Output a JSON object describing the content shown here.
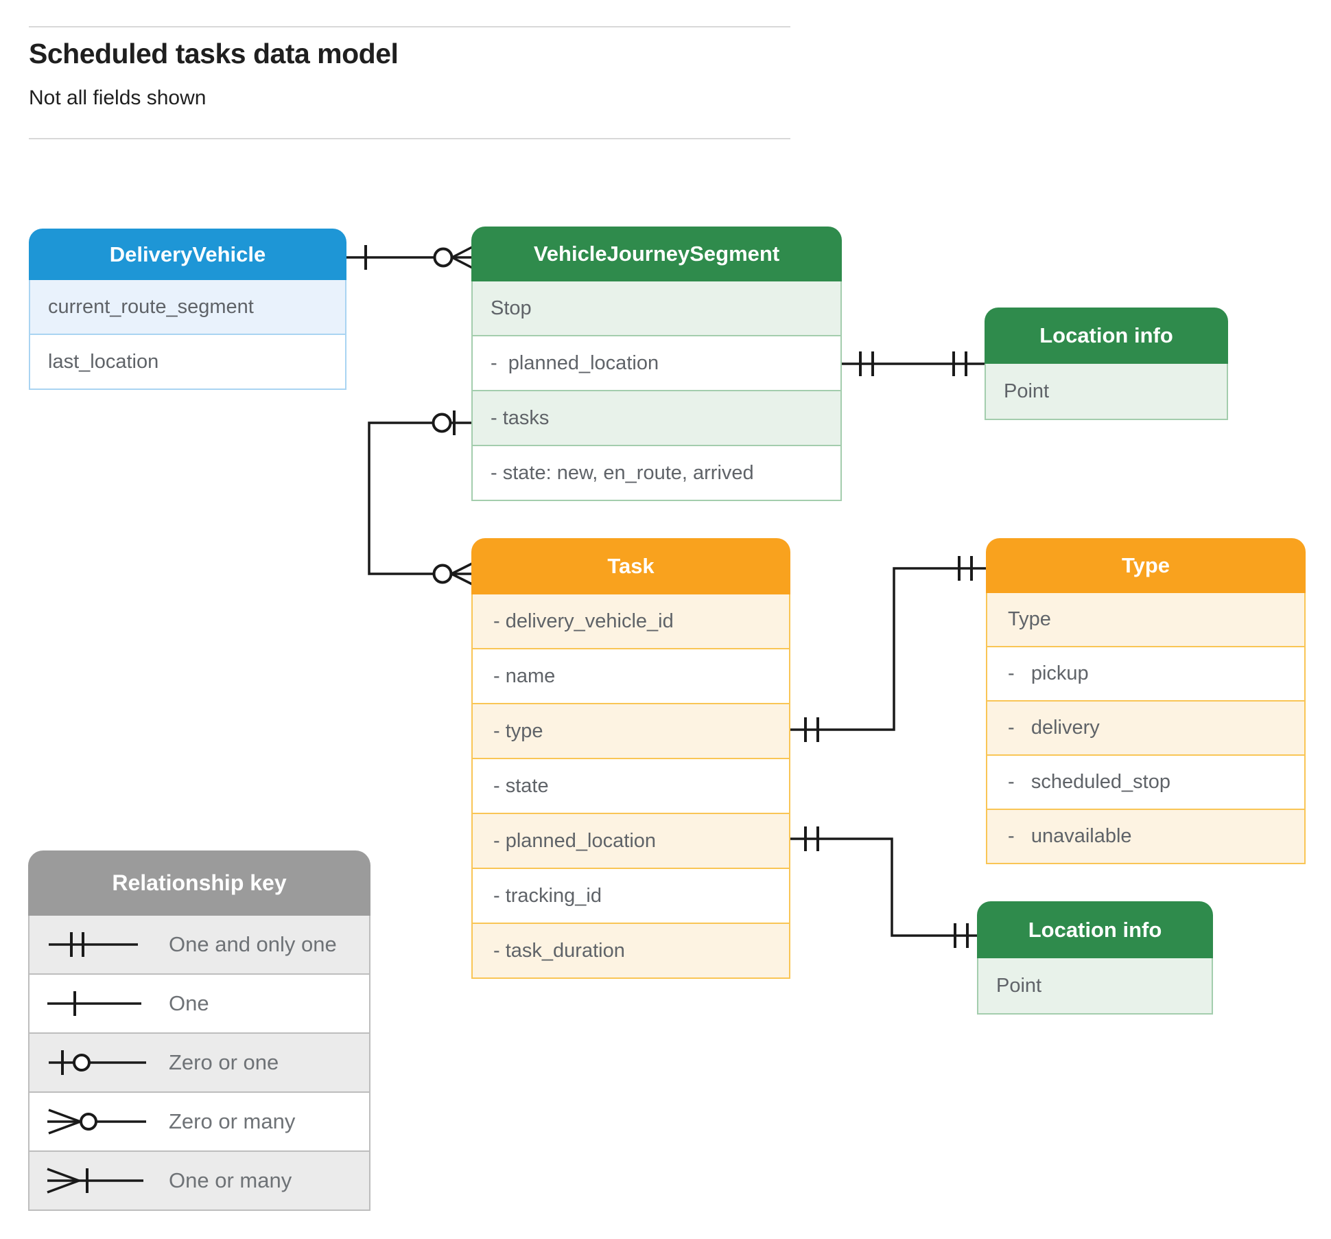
{
  "page": {
    "title": "Scheduled tasks data model",
    "subtitle": "Not all fields shown"
  },
  "colors": {
    "blue_header": "#1e96d6",
    "blue_row": "#e9f2fc",
    "green_header": "#2f8b4c",
    "green_row": "#e8f2ea",
    "orange_header": "#f9a21e",
    "orange_row": "#fdf3e2",
    "gray_header": "#9b9b9b",
    "gray_row": "#ebebeb",
    "row_text": "#5f6368",
    "connector": "#1a1a1a"
  },
  "entities": {
    "delivery_vehicle": {
      "title": "DeliveryVehicle",
      "rows": [
        "current_route_segment",
        "last_location"
      ]
    },
    "vehicle_journey_segment": {
      "title": "VehicleJourneySegment",
      "rows": [
        "Stop",
        "-  planned_location",
        "- tasks",
        "- state: new, en_route, arrived"
      ]
    },
    "location_info_top": {
      "title": "Location info",
      "rows": [
        "Point"
      ]
    },
    "task": {
      "title": "Task",
      "rows": [
        "- delivery_vehicle_id",
        "- name",
        "- type",
        "- state",
        "- planned_location",
        "- tracking_id",
        "- task_duration"
      ]
    },
    "type": {
      "title": "Type",
      "rows": [
        "Type",
        "-   pickup",
        "-   delivery",
        "-   scheduled_stop",
        "-   unavailable"
      ]
    },
    "location_info_bottom": {
      "title": "Location info",
      "rows": [
        "Point"
      ]
    }
  },
  "relationships": [
    {
      "from": "DeliveryVehicle",
      "from_cardinality": "one",
      "to": "VehicleJourneySegment",
      "to_cardinality": "zero-or-many"
    },
    {
      "from": "VehicleJourneySegment.planned_location",
      "from_cardinality": "one-and-only-one",
      "to": "Location info",
      "to_cardinality": "one-and-only-one"
    },
    {
      "from": "VehicleJourneySegment.tasks",
      "from_cardinality": "zero-or-one",
      "to": "Task",
      "to_cardinality": "zero-or-many"
    },
    {
      "from": "Task.type",
      "from_cardinality": "one-and-only-one",
      "to": "Type",
      "to_cardinality": "one-and-only-one"
    },
    {
      "from": "Task.planned_location",
      "from_cardinality": "one-and-only-one",
      "to": "Location info",
      "to_cardinality": "one-and-only-one"
    }
  ],
  "legend": {
    "title": "Relationship key",
    "items": [
      "One and only one",
      "One",
      "Zero or one",
      "Zero or many",
      "One or many"
    ]
  }
}
